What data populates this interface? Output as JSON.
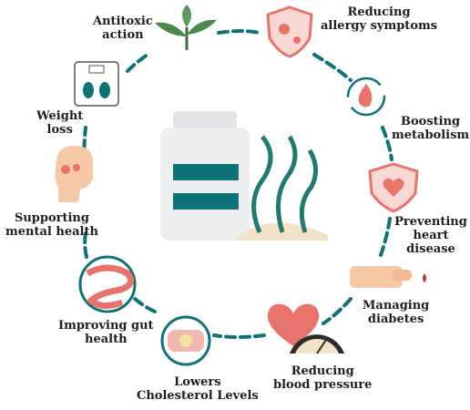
{
  "benefits": [
    {
      "label": "Antitoxic\naction",
      "icon": "leaf-sprout-icon"
    },
    {
      "label": "Reducing\nallergy symptoms",
      "icon": "shield-virus-icon"
    },
    {
      "label": "Boosting\nmetabolism",
      "icon": "flame-cycle-icon"
    },
    {
      "label": "Preventing\nheart disease",
      "icon": "heart-shield-icon"
    },
    {
      "label": "Managing\ndiabetes",
      "icon": "finger-blood-drop-icon"
    },
    {
      "label": "Reducing\nblood pressure",
      "icon": "heart-gauge-icon"
    },
    {
      "label": "Lowers\nCholesterol Levels",
      "icon": "artery-cholesterol-icon"
    },
    {
      "label": "Improving gut\nhealth",
      "icon": "intestine-icon"
    },
    {
      "label": "Supporting\nmental health",
      "icon": "head-gears-icon"
    },
    {
      "label": "Weight\nloss",
      "icon": "scale-feet-icon"
    }
  ],
  "center": {
    "icon": "supplement-jar-seaweed-icon"
  },
  "colors": {
    "teal": "#0e7377",
    "coral": "#e8736a",
    "pink": "#f2b8b0",
    "skin": "#f6c9a6",
    "grey": "#e9eaec",
    "sand": "#f3e3c6"
  }
}
